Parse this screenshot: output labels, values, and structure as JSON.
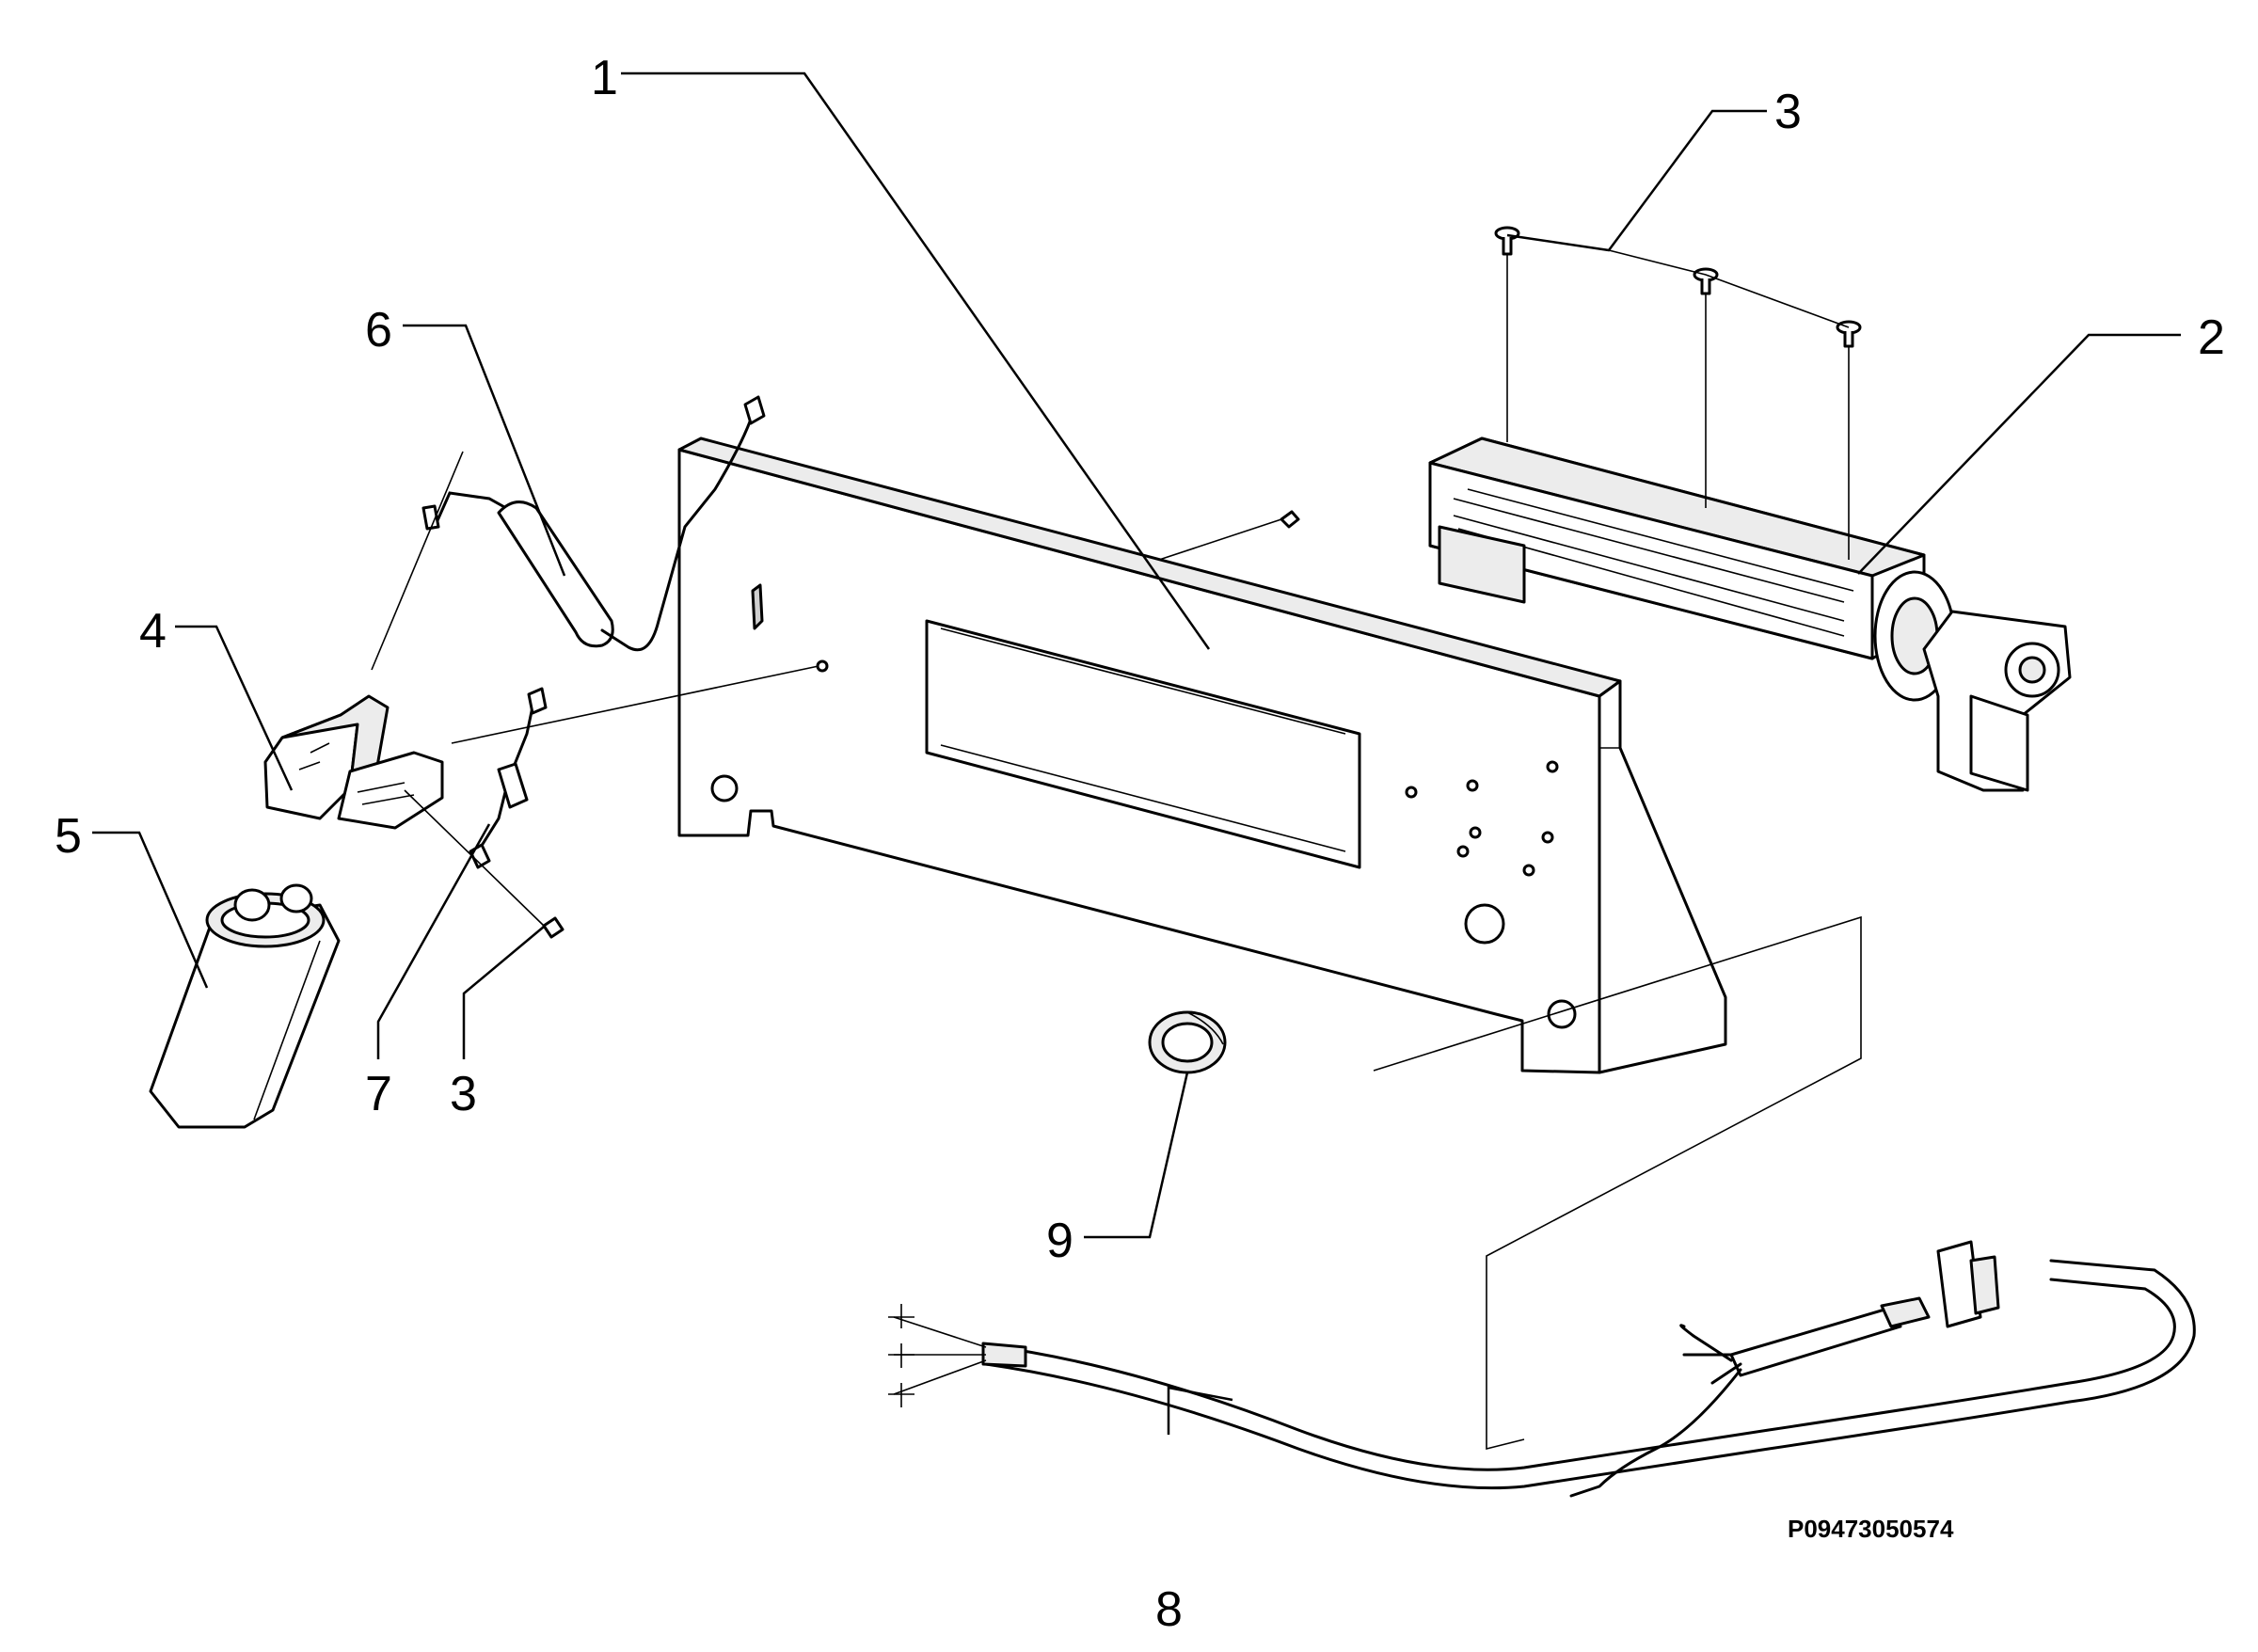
{
  "diagram": {
    "callouts": [
      {
        "id": "1",
        "label": "1"
      },
      {
        "id": "2",
        "label": "2"
      },
      {
        "id": "3a",
        "label": "3"
      },
      {
        "id": "3b",
        "label": "3"
      },
      {
        "id": "4",
        "label": "4"
      },
      {
        "id": "5",
        "label": "5"
      },
      {
        "id": "6",
        "label": "6"
      },
      {
        "id": "7",
        "label": "7"
      },
      {
        "id": "8",
        "label": "8"
      },
      {
        "id": "9",
        "label": "9"
      }
    ],
    "drawing_code": "P09473050574"
  }
}
